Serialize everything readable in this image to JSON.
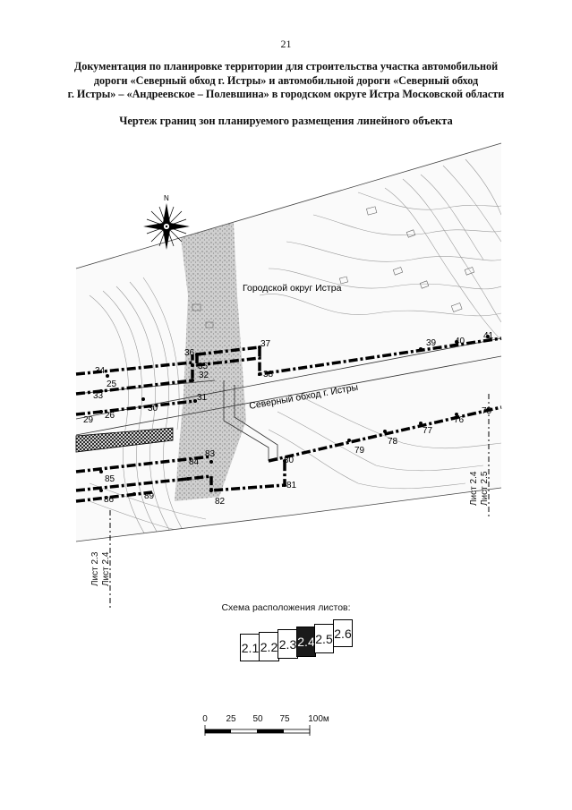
{
  "page_number": "21",
  "doc_title": {
    "line1": "Документация по планировке территории для строительства участка автомобильной",
    "line2": "дороги «Северный обход г. Истры» и автомобильной дороги «Северный обход",
    "line3": "г. Истры» – «Андреевское – Полевшина» в городском округе Истра Московской области"
  },
  "drawing_title": "Чертеж границ зон планируемого размещения линейного объекта",
  "map": {
    "north_label": "N",
    "district_label": "Городской округ Истра",
    "road_label": "Северный обход г. Истры",
    "points": {
      "p25": "25",
      "p26": "26",
      "p29": "29",
      "p30": "30",
      "p31": "31",
      "p32": "32",
      "p33": "33",
      "p34": "34",
      "p35": "35",
      "p36": "36",
      "p37": "37",
      "p38": "38",
      "p39": "39",
      "p40": "40",
      "p41": "41",
      "p75": "75",
      "p76": "76",
      "p77": "77",
      "p78": "78",
      "p79": "79",
      "p80": "80",
      "p81": "81",
      "p82": "82",
      "p83": "83",
      "p84": "84",
      "p85": "85",
      "p86": "86",
      "p89": "89"
    },
    "sheet_left_a": "Лист 2.3",
    "sheet_left_b": "Лист 2.4",
    "sheet_right_a": "Лист 2.4",
    "sheet_right_b": "Лист 2.5"
  },
  "scheme": {
    "title": "Схема расположения листов:",
    "sheets": [
      "2.1",
      "2.2",
      "2.3",
      "2.4",
      "2.5",
      "2.6"
    ],
    "active_sheet": "2.4"
  },
  "scale_bar": {
    "labels": [
      "0",
      "25",
      "50",
      "75",
      "100м"
    ]
  }
}
